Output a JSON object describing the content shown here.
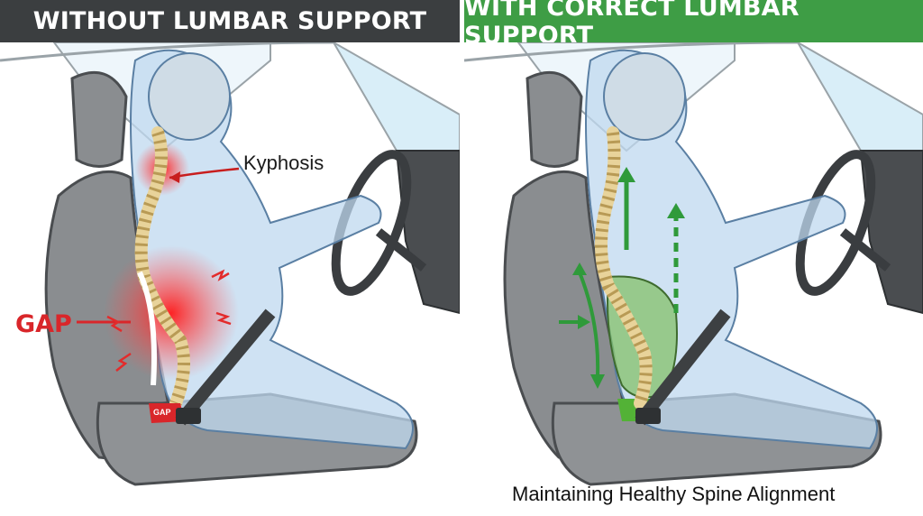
{
  "left_panel": {
    "title": "WITHOUT LUMBAR SUPPORT",
    "header_color": "#3b3e40",
    "labels": {
      "kyphosis": "Kyphosis",
      "gap": "GAP",
      "gap_small": "GAP"
    },
    "accent_color": "#e32b2b"
  },
  "right_panel": {
    "title": "WITH CORRECT LUMBAR SUPPORT",
    "header_color": "#3e9d45",
    "caption": "Maintaining Healthy Spine Alignment",
    "accent_color": "#3e9d45"
  }
}
